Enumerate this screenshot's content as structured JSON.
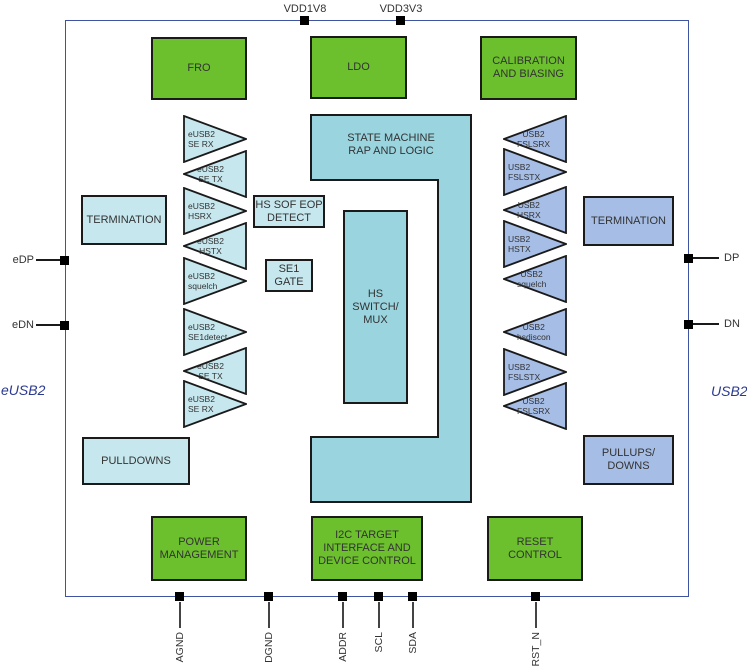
{
  "colors": {
    "green": "#6CBF2D",
    "cyan_light": "#C6E7EE",
    "cyan": "#9AD4DF",
    "blue": "#A6BDE5",
    "chip_border": "#3E54A3",
    "text": "#333333",
    "side_label": "#2B3A8F"
  },
  "side_labels": {
    "left": "eUSB2",
    "right": "USB2"
  },
  "pins": {
    "top": [
      "VDD1V8",
      "VDD3V3"
    ],
    "left": [
      "eDP",
      "eDN"
    ],
    "right": [
      "DP",
      "DN"
    ],
    "bottom": [
      "AGND",
      "DGND",
      "ADDR",
      "SCL",
      "SDA",
      "RST_N"
    ]
  },
  "blocks": {
    "fro": "FRO",
    "ldo": "LDO",
    "calibration": "CALIBRATION\nAND BIASING",
    "state_machine": "STATE MACHINE\nRAP AND LOGIC",
    "hs_switch": "HS\nSWITCH/\nMUX",
    "hs_sof_eop": "HS SOF EOP\nDETECT",
    "se1_gate": "SE1\nGATE",
    "termination_left": "TERMINATION",
    "termination_right": "TERMINATION",
    "pulldowns": "PULLDOWNS",
    "pullups_downs": "PULLUPS/\nDOWNS",
    "power_management": "POWER\nMANAGEMENT",
    "i2c_target": "I2C TARGET\nINTERFACE AND\nDEVICE CONTROL",
    "reset_control": "RESET\nCONTROL"
  },
  "left_stack": [
    {
      "dir": "right",
      "label": "eUSB2\nSE RX"
    },
    {
      "dir": "left",
      "label": "eUSB2\nSE TX"
    },
    {
      "dir": "right",
      "label": "eUSB2\nHSRX"
    },
    {
      "dir": "left",
      "label": "eUSB2\nHSTX"
    },
    {
      "dir": "right",
      "label": "eUSB2\nsquelch"
    },
    {
      "dir": "right",
      "label": "eUSB2\nSE1detect"
    },
    {
      "dir": "left",
      "label": "eUSB2\nSE TX"
    },
    {
      "dir": "right",
      "label": "eUSB2\nSE RX"
    }
  ],
  "right_stack": [
    {
      "dir": "left",
      "label": "USB2\nFSLSRX"
    },
    {
      "dir": "right",
      "label": "USB2\nFSLSTX"
    },
    {
      "dir": "left",
      "label": "USB2\nHSRX"
    },
    {
      "dir": "right",
      "label": "USB2\nHSTX"
    },
    {
      "dir": "left",
      "label": "USB2\nsquelch"
    },
    {
      "dir": "left",
      "label": "USB2\nhsdiscon"
    },
    {
      "dir": "right",
      "label": "USB2\nFSLSTX"
    },
    {
      "dir": "left",
      "label": "USB2\nFSLSRX"
    }
  ]
}
